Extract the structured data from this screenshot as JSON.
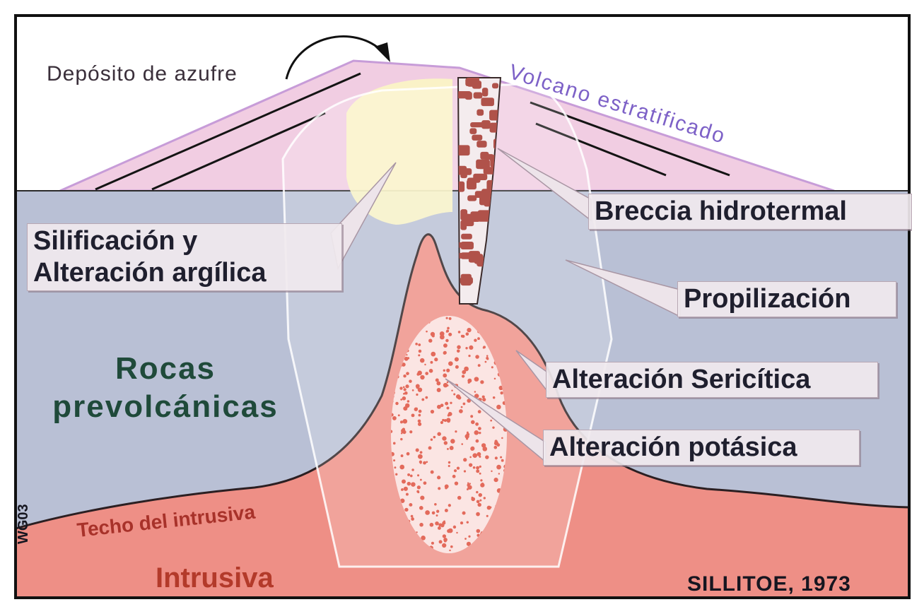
{
  "labels": {
    "deposito_azufre": "Depósito de azufre",
    "volcano": "Volcano estratificado",
    "breccia": "Breccia hidrotermal",
    "silicificacion": "Silificación y\nAlteración argílica",
    "propilizacion": "Propilización",
    "rocas": "Rocas\nprevolcánicas",
    "sericitica": "Alteración Sericítica",
    "potasica": "Alteración potásica",
    "techo": "Techo del intrusiva",
    "intrusiva": "Intrusiva",
    "wg": "WG03",
    "sillitoe": "SILLITOE, 1973"
  },
  "colors": {
    "volcano_fill": "#f1cde2",
    "volcano_edge": "#c79cd8",
    "prevolcanic": "#b9c0d5",
    "intrusive": "#ee8f86",
    "sulfur": "#fbf5c4",
    "breccia_dots": "#b0524a",
    "potassic_dots": "#e36a5b",
    "frame": "#111111"
  }
}
